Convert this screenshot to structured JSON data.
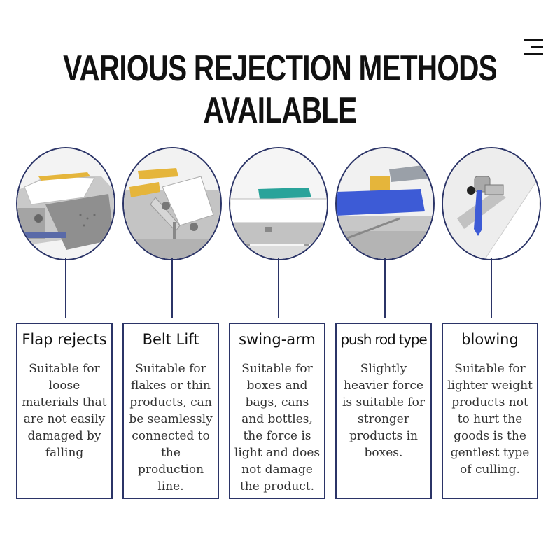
{
  "page": {
    "title": "VARIOUS REJECTION METHODS AVAILABLE",
    "menu_icon": "hamburger-menu-icon"
  },
  "methods": [
    {
      "title": "Flap rejects",
      "description": "Suitable for loose materials that are not easily damaged by falling"
    },
    {
      "title": "Belt Lift",
      "description": "Suitable for flakes or thin products, can be seamlessly connected to the production line."
    },
    {
      "title": "swing-arm",
      "description": "Suitable for boxes and bags, cans and bottles, the force is light and does not damage the product."
    },
    {
      "title": "push rod type",
      "description": "Slightly heavier force is suitable for stronger products in boxes."
    },
    {
      "title": "blowing",
      "description": "Suitable for lighter weight products not to hurt the goods is the gentlest type of culling."
    }
  ],
  "colors": {
    "frame": "#2b3467",
    "accent_yellow": "#e5b53b",
    "belt_blue": "#3d5bd6",
    "arm_teal": "#2aa39a"
  }
}
